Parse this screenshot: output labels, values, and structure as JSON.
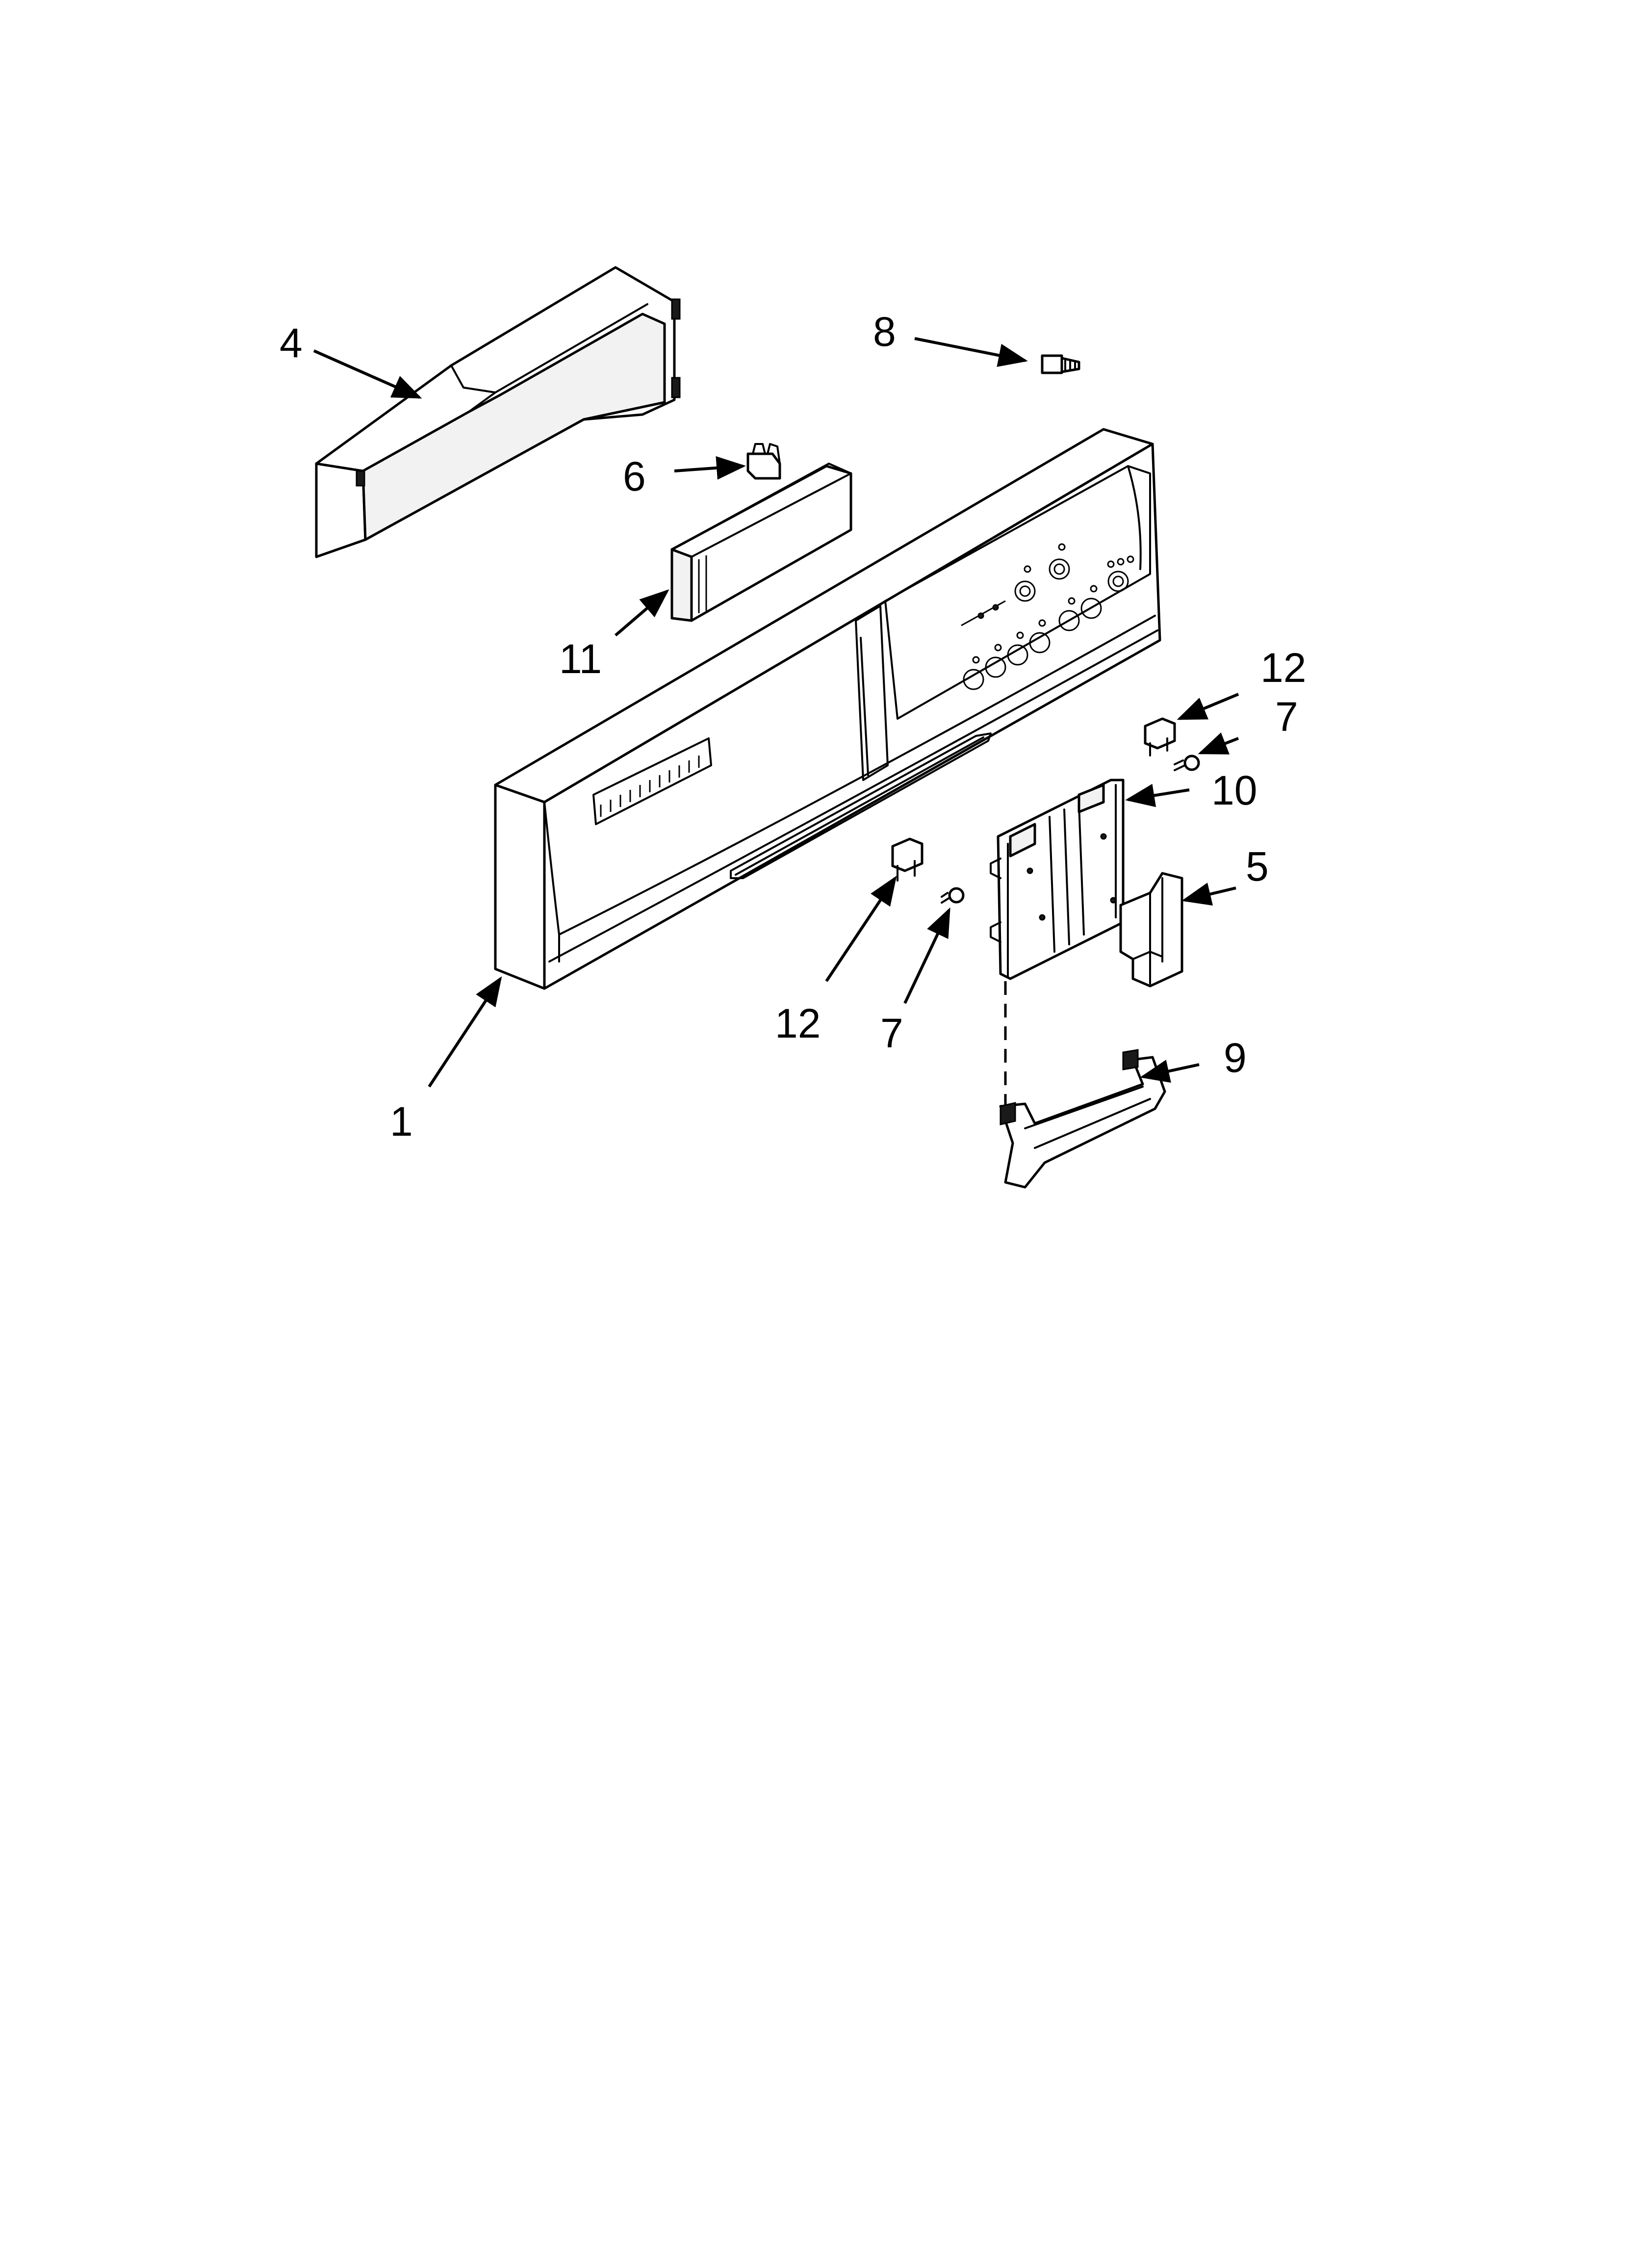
{
  "callouts": {
    "c1": "1",
    "c4": "4",
    "c5": "5",
    "c6": "6",
    "c7a": "7",
    "c7b": "7",
    "c8": "8",
    "c9": "9",
    "c10": "10",
    "c11": "11",
    "c12a": "12",
    "c12b": "12"
  }
}
